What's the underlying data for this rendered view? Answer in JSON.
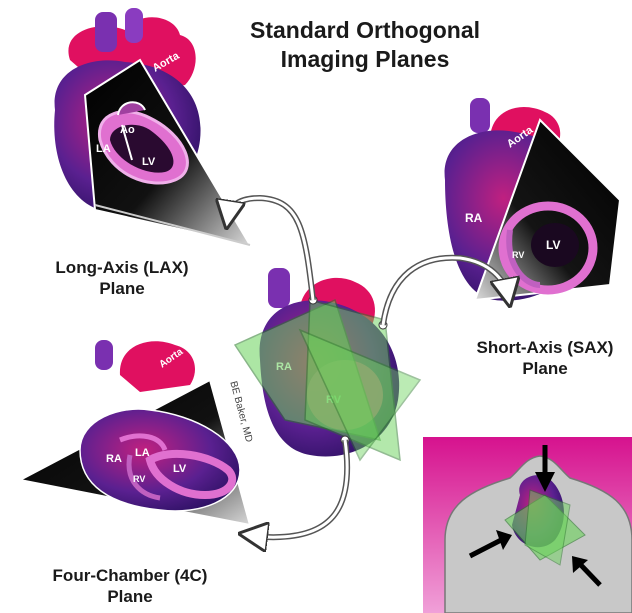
{
  "title_line1": "Standard Orthogonal",
  "title_line2": "Imaging Planes",
  "planes": {
    "lax": {
      "line1": "Long-Axis (LAX)",
      "line2": "Plane"
    },
    "sax": {
      "line1": "Short-Axis (SAX)",
      "line2": "Plane"
    },
    "four_chamber": {
      "line1": "Four-Chamber (4C)",
      "line2": "Plane"
    }
  },
  "structure_labels": {
    "aorta": "Aorta",
    "ao": "Ao",
    "la": "LA",
    "lv": "LV",
    "ra": "RA",
    "rv": "RV"
  },
  "signature": "BE Baker, MD",
  "colors": {
    "plane_green": "#6ad35a",
    "heart_purple": "#6a2a9a",
    "aorta_red": "#e0105a",
    "lv_pink": "#e070d0",
    "inset_magenta": "#e0169a"
  }
}
